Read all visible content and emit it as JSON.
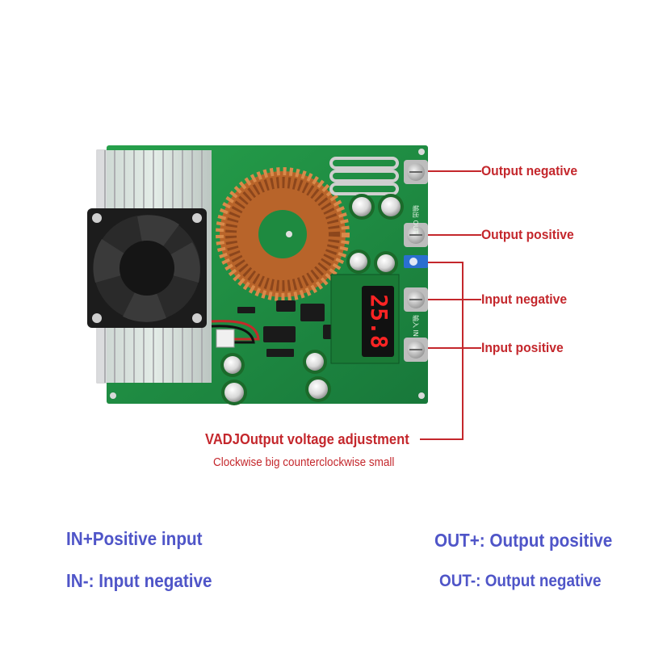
{
  "callouts": {
    "output_negative": "Output negative",
    "output_positive": "Output positive",
    "input_negative": "Input negative",
    "input_positive": "Input positive"
  },
  "adjustment": {
    "title": "VADJ\u0012Output voltage adjustment",
    "subtitle": "Clockwise big counterclockwise small"
  },
  "display_reading": "25.8",
  "board_silkscreen": {
    "out_marking": "输出 OUT",
    "in_marking": "输入 IN"
  },
  "legend": {
    "in_plus": "IN+\u0012Positive input",
    "in_minus": "IN-: Input negative",
    "out_plus": "OUT+: Output positive",
    "out_minus": "OUT-: Output negative"
  },
  "colors": {
    "callout_red": "#c4272c",
    "legend_blue": "#4f55c8",
    "pcb_green": "#1f8a3f"
  }
}
